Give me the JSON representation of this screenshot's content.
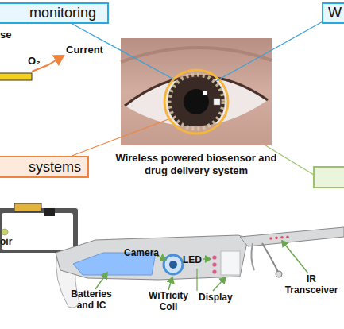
{
  "diagram": {
    "nodes": [
      {
        "text": [
          "monitoring"
        ]
      },
      {
        "text": [
          "W"
        ]
      },
      {
        "text": [
          "Wireless powered biosensor and drug delivery system"
        ]
      },
      {
        "text": [
          "systems"
        ]
      }
    ],
    "edges": [
      {
        "from": 0,
        "to": 2,
        "arrow": "none"
      },
      {
        "from": 1,
        "to": 2,
        "arrow": "none"
      },
      {
        "from": 3,
        "to": 2,
        "arrow": "none"
      }
    ],
    "labels": [
      "se",
      "Current",
      "O₂",
      "oir",
      "Camera",
      "LED",
      "IR Transceiver",
      "Batteries and IC",
      "WiTricity Coil",
      "Display"
    ]
  }
}
